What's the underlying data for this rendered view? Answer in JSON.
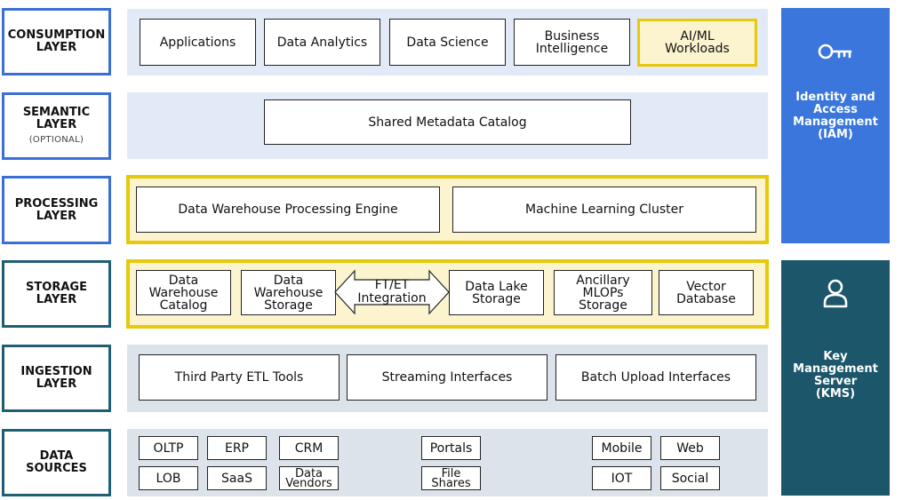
{
  "layers": {
    "consumption": {
      "label": "CONSUMPTION\nLAYER",
      "items": [
        "Applications",
        "Data Analytics",
        "Data Science",
        "Business\nIntelligence",
        "AI/ML\nWorkloads"
      ]
    },
    "semantic": {
      "label": "SEMANTIC\nLAYER",
      "sublabel": "(OPTIONAL)",
      "items": [
        "Shared Metadata Catalog"
      ]
    },
    "processing": {
      "label": "PROCESSING\nLAYER",
      "items": [
        "Data Warehouse Processing Engine",
        "Machine Learning Cluster"
      ]
    },
    "storage": {
      "label": "STORAGE\nLAYER",
      "items": [
        "Data\nWarehouse\nCatalog",
        "Data\nWarehouse\nStorage",
        "Data Lake\nStorage",
        "Ancillary\nMLOPs\nStorage",
        "Vector\nDatabase"
      ],
      "integration": "FT/ET\nIntegration"
    },
    "ingestion": {
      "label": "INGESTION\nLAYER",
      "items": [
        "Third Party ETL Tools",
        "Streaming Interfaces",
        "Batch Upload Interfaces"
      ]
    },
    "sources": {
      "label": "DATA\nSOURCES",
      "items": [
        "OLTP",
        "ERP",
        "CRM",
        "LOB",
        "SaaS",
        "Data\nVendors",
        "Portals",
        "File\nShares",
        "Mobile",
        "Web",
        "IOT",
        "Social"
      ]
    }
  },
  "side": {
    "iam": {
      "label": "Identity and\nAccess\nManagement\n(IAM)",
      "icon": "key-icon"
    },
    "kms": {
      "label": "Key\nManagement\nServer\n(KMS)",
      "icon": "user-icon"
    }
  },
  "colors": {
    "blue_accent": "#3a76db",
    "teal_accent": "#1b566a",
    "highlight_yellow": "#e7c90b",
    "highlight_fill": "#fbf4cf",
    "band_blue": "#e3eaf7",
    "band_gray": "#dce3ea"
  }
}
